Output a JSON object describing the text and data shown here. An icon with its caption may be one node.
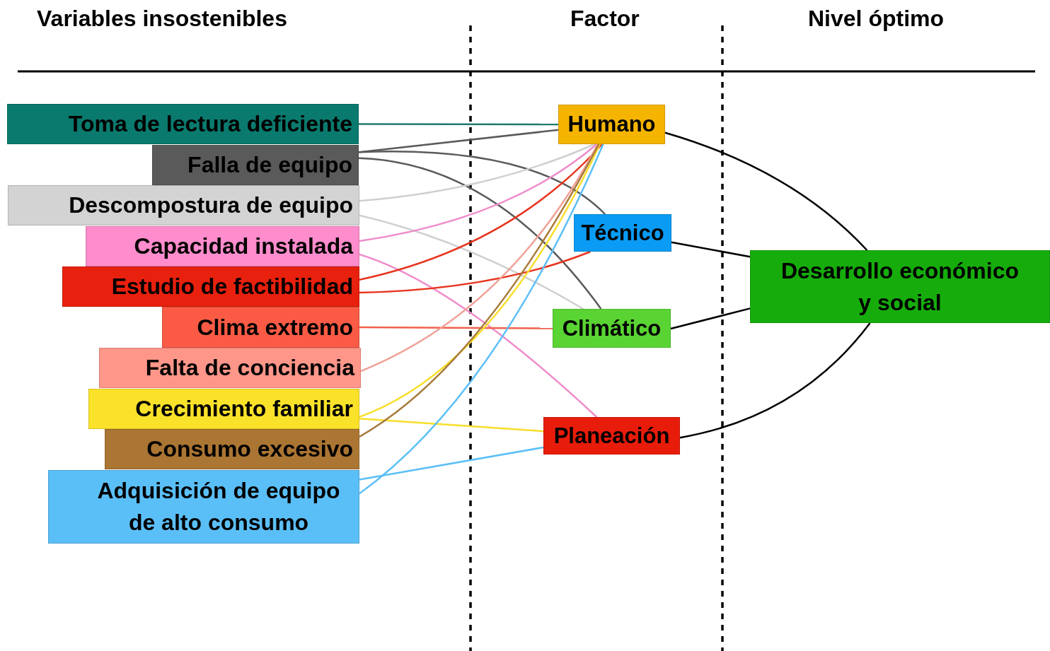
{
  "diagram": {
    "nodes": [
      {
        "text": [
          "Toma de lectura deficiente"
        ]
      },
      {
        "text": [
          "Falla de equipo"
        ]
      },
      {
        "text": [
          "Descompostura de equipo"
        ]
      },
      {
        "text": [
          "Capacidad instalada"
        ]
      },
      {
        "text": [
          "Estudio de factibilidad"
        ]
      },
      {
        "text": [
          "Clima extremo"
        ]
      },
      {
        "text": [
          "Falta de conciencia"
        ]
      },
      {
        "text": [
          "Crecimiento familiar"
        ]
      },
      {
        "text": [
          "Consumo excesivo"
        ]
      },
      {
        "text": [
          "Adquisición de equipo de alto consumo"
        ]
      },
      {
        "text": [
          "Humano"
        ]
      },
      {
        "text": [
          "Técnico"
        ]
      },
      {
        "text": [
          "Climático"
        ]
      },
      {
        "text": [
          "Planeación"
        ]
      },
      {
        "text": [
          "Desarrollo económico y social"
        ]
      }
    ],
    "edges": [
      {
        "from": 0,
        "to": 10,
        "arrow": "none",
        "color": "#1f7a6e"
      },
      {
        "from": 1,
        "to": 10,
        "arrow": "none",
        "color": "#5a5a5a"
      },
      {
        "from": 1,
        "to": 11,
        "arrow": "none",
        "color": "#5a5a5a"
      },
      {
        "from": 1,
        "to": 12,
        "arrow": "none",
        "color": "#5a5a5a"
      },
      {
        "from": 2,
        "to": 10,
        "arrow": "none",
        "color": "#cfcfcf"
      },
      {
        "from": 2,
        "to": 12,
        "arrow": "none",
        "color": "#cfcfcf"
      },
      {
        "from": 3,
        "to": 10,
        "arrow": "none",
        "color": "#ef8ccb"
      },
      {
        "from": 3,
        "to": 13,
        "arrow": "none",
        "color": "#ef8ccb"
      },
      {
        "from": 4,
        "to": 10,
        "arrow": "none",
        "color": "#e8341e"
      },
      {
        "from": 4,
        "to": 11,
        "arrow": "none",
        "color": "#e8341e"
      },
      {
        "from": 5,
        "to": 12,
        "arrow": "none",
        "color": "#f0604a"
      },
      {
        "from": 6,
        "to": 10,
        "arrow": "none",
        "color": "#f0a096"
      },
      {
        "from": 7,
        "to": 10,
        "arrow": "none",
        "color": "#f8de2a"
      },
      {
        "from": 7,
        "to": 13,
        "arrow": "none",
        "color": "#f8de2a"
      },
      {
        "from": 8,
        "to": 10,
        "arrow": "none",
        "color": "#a87a3c"
      },
      {
        "from": 9,
        "to": 10,
        "arrow": "none",
        "color": "#5bbff7"
      },
      {
        "from": 9,
        "to": 13,
        "arrow": "none",
        "color": "#5bbff7"
      },
      {
        "from": 10,
        "to": 14,
        "arrow": "none",
        "color": "#000000"
      },
      {
        "from": 11,
        "to": 14,
        "arrow": "none",
        "color": "#000000"
      },
      {
        "from": 12,
        "to": 14,
        "arrow": "none",
        "color": "#000000"
      },
      {
        "from": 13,
        "to": 14,
        "arrow": "none",
        "color": "#000000"
      }
    ],
    "labels": [
      "Variables insostenibles",
      "Factor",
      "Nivel óptimo"
    ]
  }
}
